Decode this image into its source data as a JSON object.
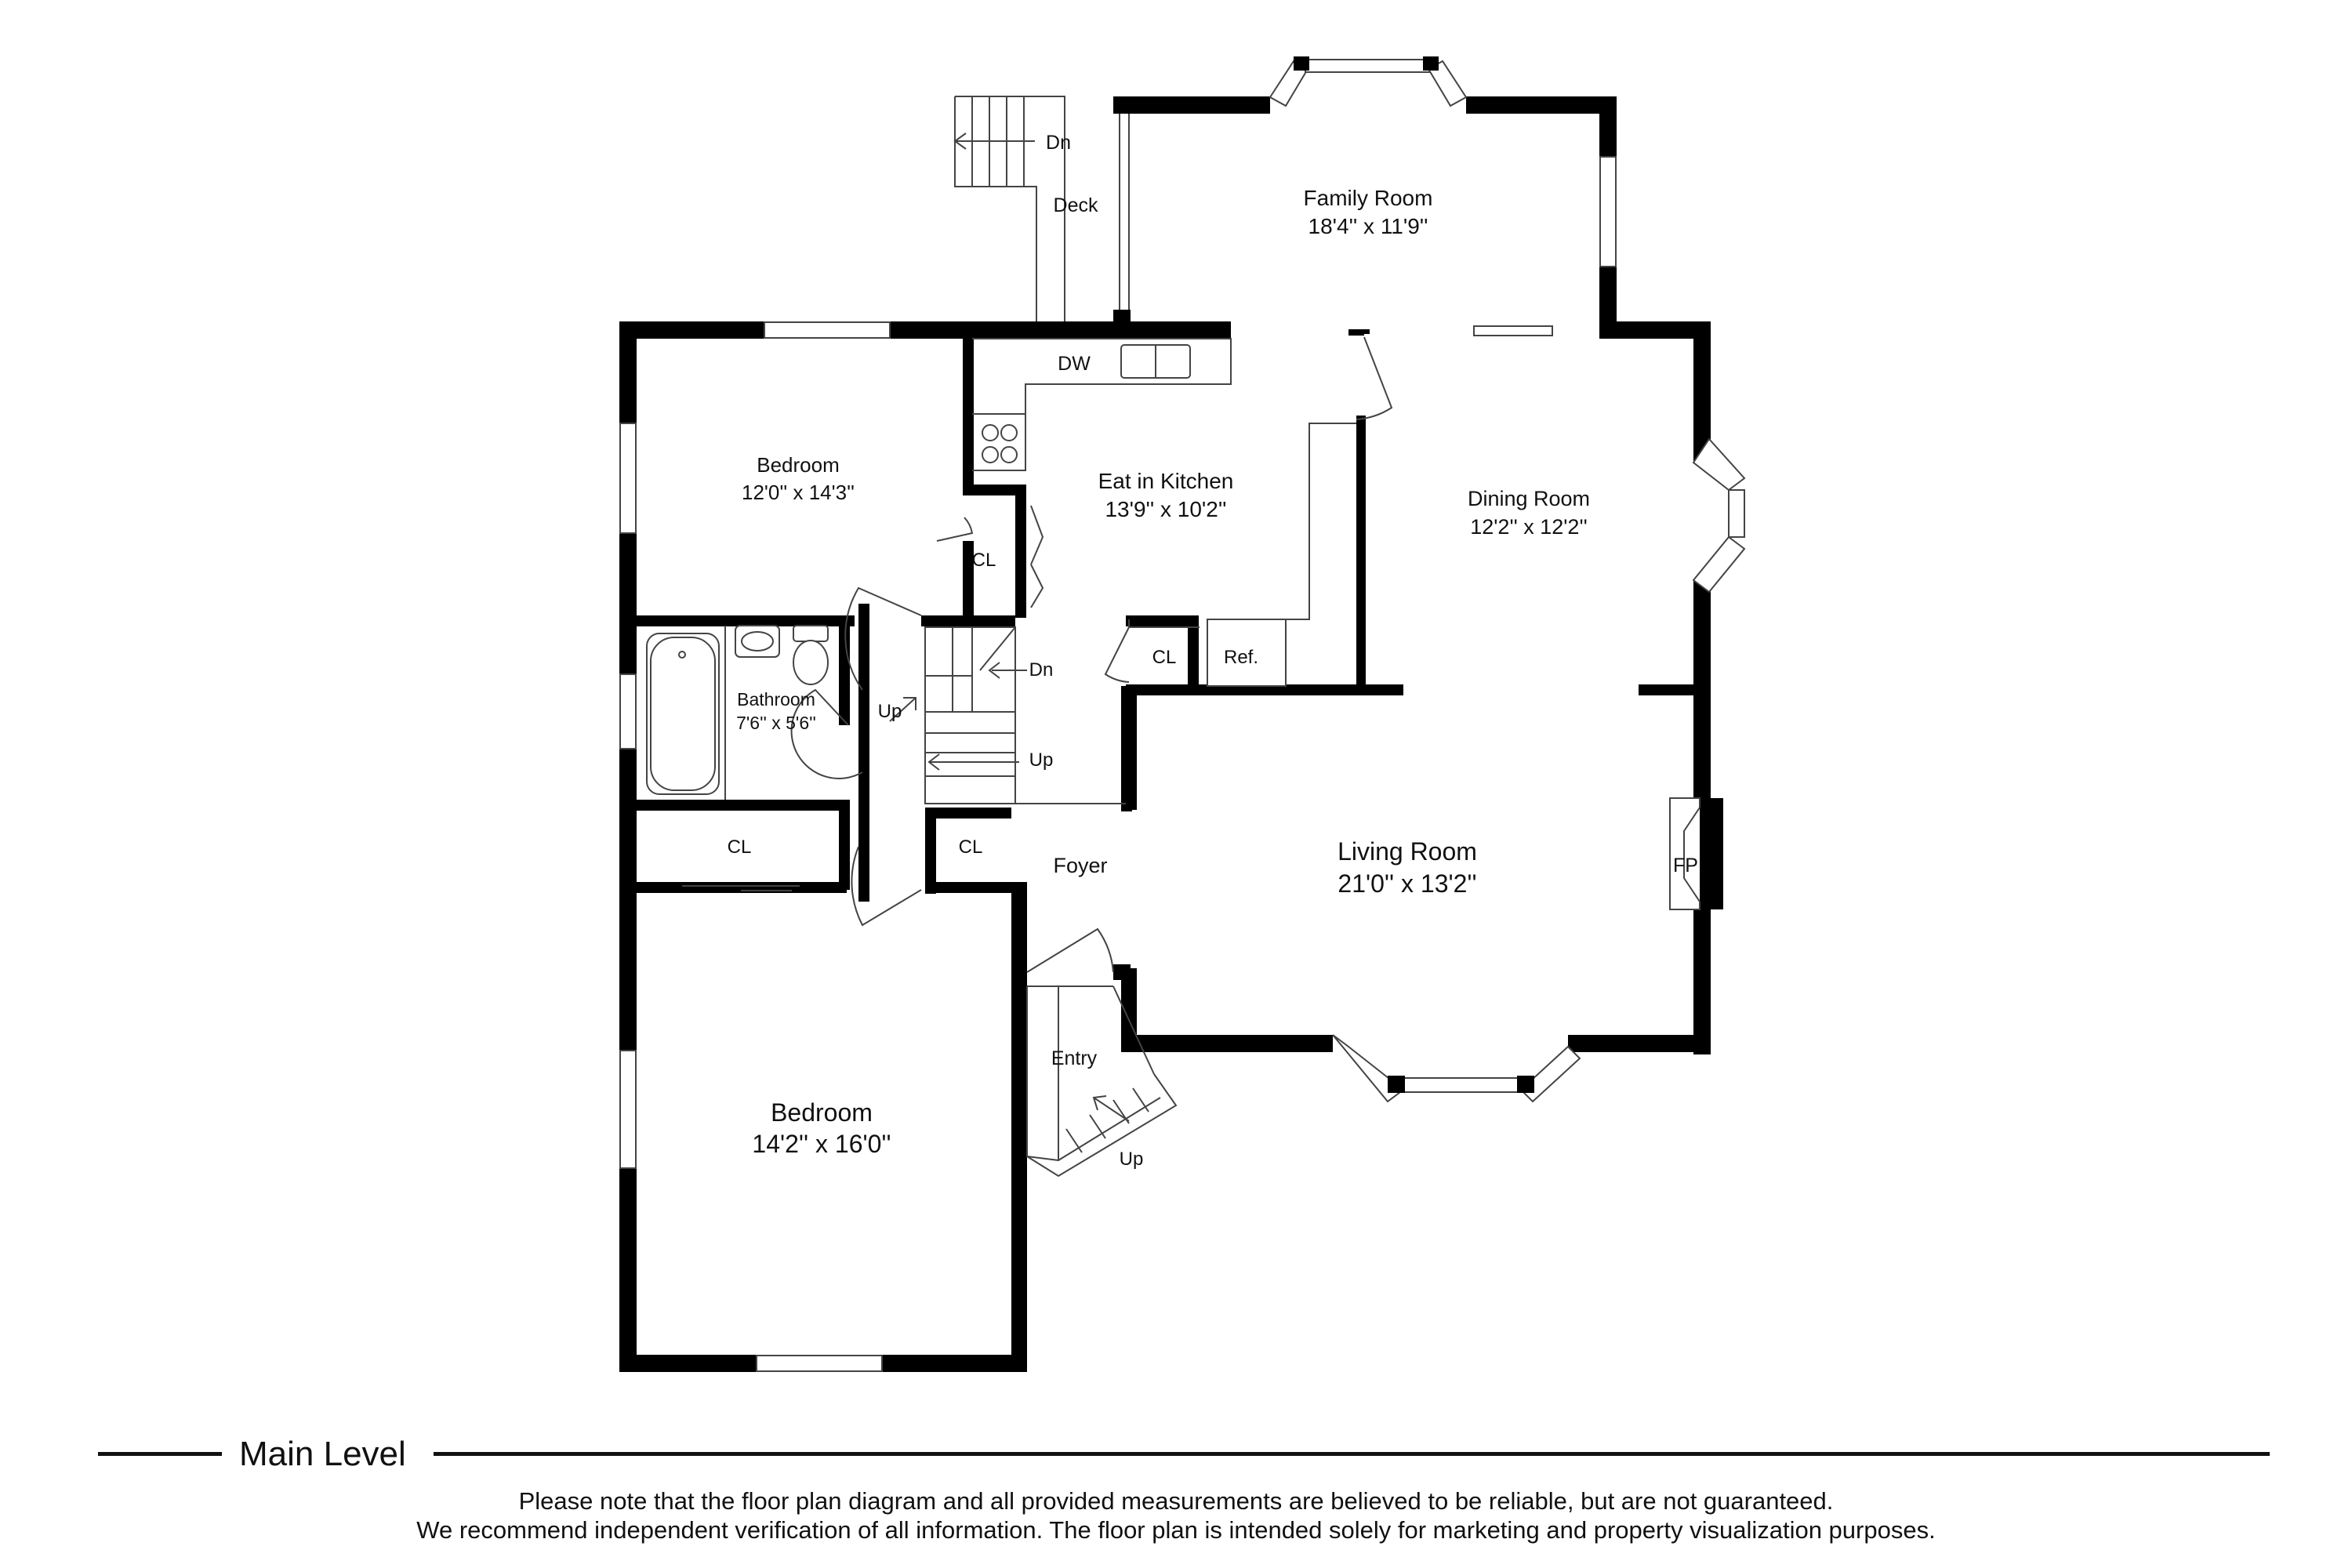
{
  "rooms": {
    "family_room": {
      "name": "Family Room",
      "dims": "18'4'' x 11'9''"
    },
    "dining_room": {
      "name": "Dining Room",
      "dims": "12'2'' x 12'2''"
    },
    "kitchen": {
      "name": "Eat in Kitchen",
      "dims": "13'9'' x 10'2''"
    },
    "bedroom_top": {
      "name": "Bedroom",
      "dims": "12'0'' x 14'3''"
    },
    "bathroom": {
      "name": "Bathroom",
      "dims": "7'6'' x 5'6''"
    },
    "living_room": {
      "name": "Living Room",
      "dims": "21'0'' x 13'2''"
    },
    "bedroom_bottom": {
      "name": "Bedroom",
      "dims": "14'2'' x 16'0''"
    }
  },
  "labels": {
    "deck": "Deck",
    "deck_stairs": "Dn",
    "dishwasher": "DW",
    "closet_bedroom": "CL",
    "closet_kitchen": "CL",
    "closet_hall": "CL",
    "closet_foyer": "CL",
    "refrigerator": "Ref.",
    "stairs_up_hall": "Up",
    "stairs_down": "Dn",
    "stairs_up": "Up",
    "foyer": "Foyer",
    "fireplace": "FP",
    "entry": "Entry",
    "entry_stairs": "Up"
  },
  "footer": {
    "level_title": "Main Level",
    "note_line1": "Please note that the floor plan diagram and all provided measurements are believed to be reliable, but are not guaranteed.",
    "note_line2": "We recommend independent verification of all information. The floor plan is intended solely for marketing and property visualization purposes."
  }
}
